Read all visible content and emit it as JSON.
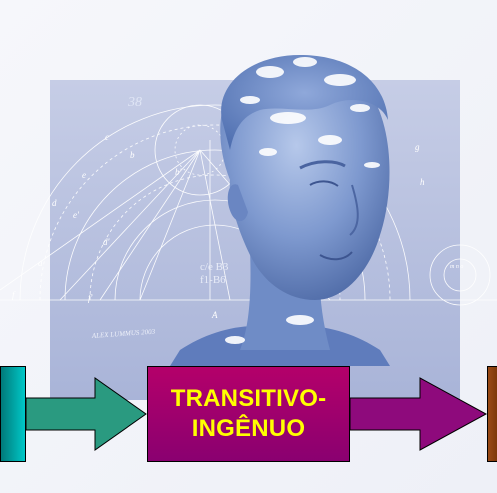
{
  "flow": {
    "center_box": {
      "line1": "TRANSITIVO-",
      "line2": "INGÊNUO"
    }
  },
  "artwork": {
    "signature": "ALEX LUMMUS 2003",
    "figure_number": "38",
    "formula": "c/e B3 / f1-B6"
  },
  "colors": {
    "left_box": "#00a8a8",
    "center_box": "#a0006e",
    "center_text": "#ffff00",
    "right_box": "#8b4010",
    "sky_blue": "#7f9ccc",
    "panel": "#b7c1df"
  }
}
